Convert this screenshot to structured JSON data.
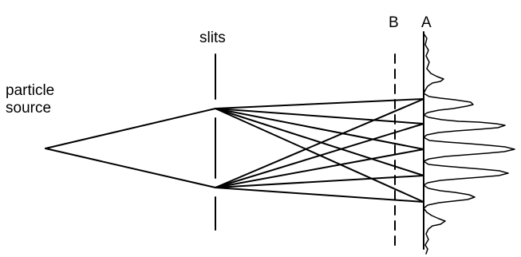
{
  "labels": {
    "source_line1": "particle",
    "source_line2": "source",
    "slits": "slits",
    "screen_b": "B",
    "screen_a": "A"
  },
  "colors": {
    "ink": "#000000",
    "background": "#ffffff"
  }
}
